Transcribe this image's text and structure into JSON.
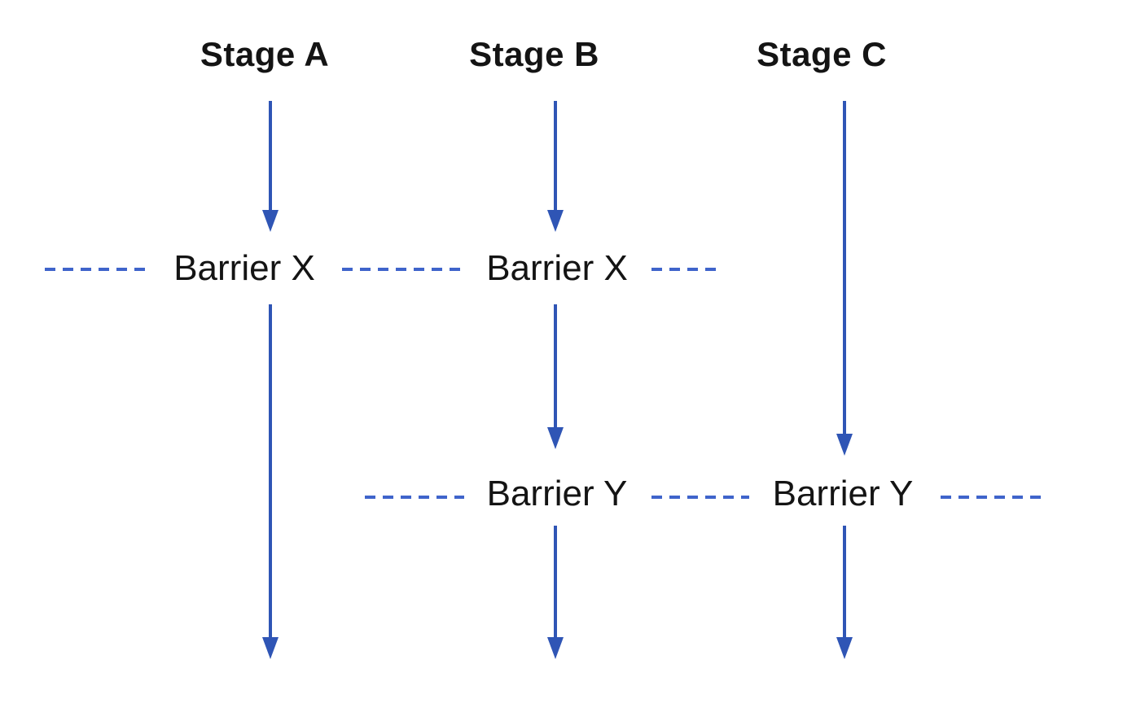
{
  "diagram": {
    "type": "barrier-synchronization-diagram",
    "background_color": "#ffffff",
    "colors": {
      "arrow": "#2f55b5",
      "dash": "#3f64cb",
      "text": "#141414"
    },
    "stages": [
      {
        "label": "Stage A"
      },
      {
        "label": "Stage B"
      },
      {
        "label": "Stage C"
      }
    ],
    "barrier_labels": [
      {
        "row": "X",
        "column": "A",
        "label": "Barrier X"
      },
      {
        "row": "X",
        "column": "B",
        "label": "Barrier X"
      },
      {
        "row": "Y",
        "column": "B",
        "label": "Barrier Y"
      },
      {
        "row": "Y",
        "column": "C",
        "label": "Barrier Y"
      }
    ]
  }
}
